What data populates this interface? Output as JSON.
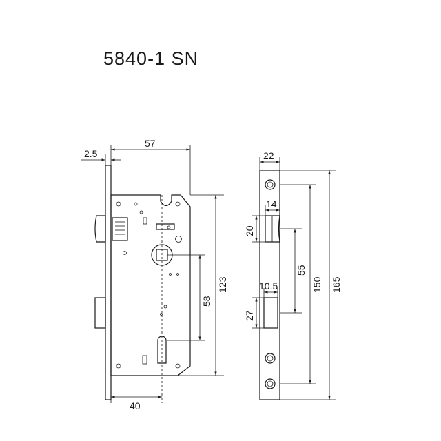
{
  "title": "5840-1 SN",
  "dimensions": {
    "front_offset": "2.5",
    "body_depth": "57",
    "backset": "40",
    "spindle_to_cylinder": "58",
    "body_height": "123",
    "faceplate_width": "22",
    "latch_depth": "14",
    "latch_height": "20",
    "latch_to_bolt": "55",
    "bolt_depth": "10.5",
    "bolt_height": "27",
    "screw_spacing": "150",
    "faceplate_height": "165"
  },
  "colors": {
    "line": "#1a1a1a",
    "background": "#ffffff"
  }
}
